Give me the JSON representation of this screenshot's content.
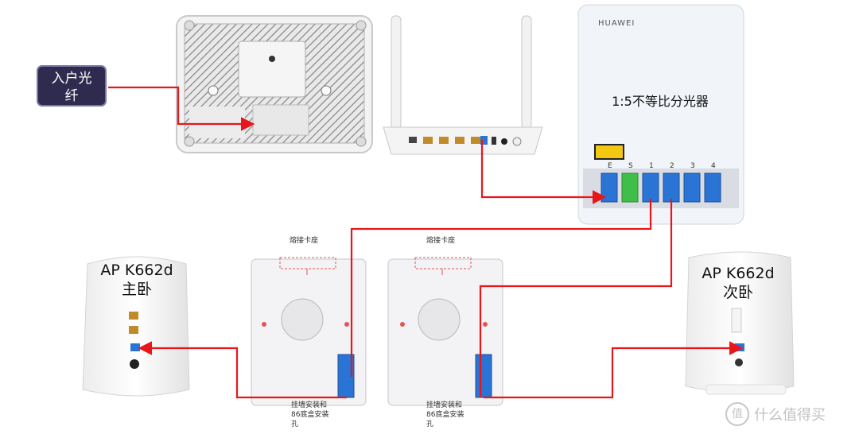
{
  "fiber_in": {
    "line1": "入户光",
    "line2": "纤"
  },
  "splitter": {
    "brand": "HUAWEI",
    "title": "1:5不等比分光器",
    "ports": [
      "E",
      "S",
      "1",
      "2",
      "3",
      "4"
    ]
  },
  "ap_left": {
    "model": "AP K662d",
    "room": "主卧"
  },
  "ap_right": {
    "model": "AP K662d",
    "room": "次卧"
  },
  "box_left": {
    "top_label": "熔接卡座",
    "bottom_l1": "挂墙安装和",
    "bottom_l2": "86底盒安装",
    "bottom_l3": "孔"
  },
  "box_right": {
    "top_label": "熔接卡座",
    "bottom_l1": "挂墙安装和",
    "bottom_l2": "86底盒安装",
    "bottom_l3": "孔"
  },
  "watermark": {
    "text": "什么值得买",
    "symbol": "值"
  },
  "colors": {
    "fiber": "#e8161b",
    "label_bg": "#2f2b4f",
    "port_blue": "#2a74d6",
    "port_green": "#3fbf4a"
  }
}
